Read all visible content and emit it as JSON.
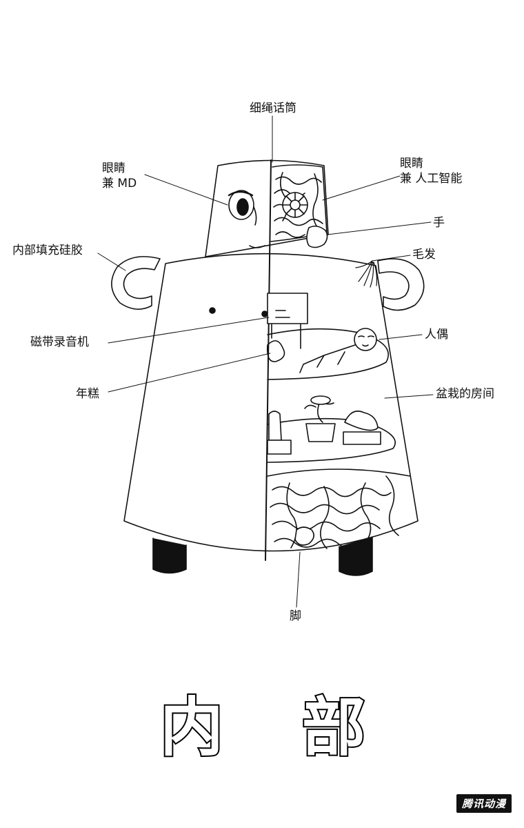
{
  "labels": {
    "rope_phone": "细绳话筒",
    "eye_md_line1": "眼睛",
    "eye_md_line2": "兼 MD",
    "eye_ai_line1": "眼睛",
    "eye_ai_line2": "兼 人工智能",
    "hand": "手",
    "silicone": "内部填充硅胶",
    "hair": "毛发",
    "tape_recorder": "磁带录音机",
    "doll": "人偶",
    "rice_cake": "年糕",
    "bonsai_room": "盆栽的房间",
    "foot": "脚"
  },
  "title": {
    "char1": "内",
    "char2": "部"
  },
  "watermark": "腾讯动漫",
  "colors": {
    "ink": "#111111",
    "paper": "#ffffff"
  }
}
